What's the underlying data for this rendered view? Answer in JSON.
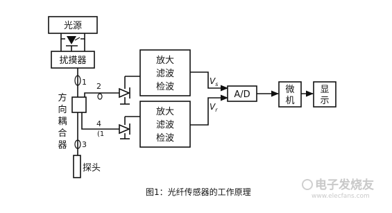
{
  "diagram": {
    "light_source": "光源",
    "scrambler": "扰摸器",
    "coupler": "方向耦合器",
    "probe": "探头",
    "amp_top": [
      "放大",
      "滤波",
      "检波"
    ],
    "amp_bottom": [
      "放大",
      "滤波",
      "检波"
    ],
    "adc": "A/D",
    "micro": "微机",
    "display": "显示",
    "signal_top": "V",
    "signal_top_sub": "s",
    "signal_bottom": "V",
    "signal_bottom_sub": "r",
    "port_1": "1",
    "port_2": "2",
    "port_3": "3",
    "port_4": "4"
  },
  "caption": "图1：光纤传感器的工作原理",
  "watermark": {
    "title": "电子发烧友",
    "url": "www.elecfans.com"
  }
}
